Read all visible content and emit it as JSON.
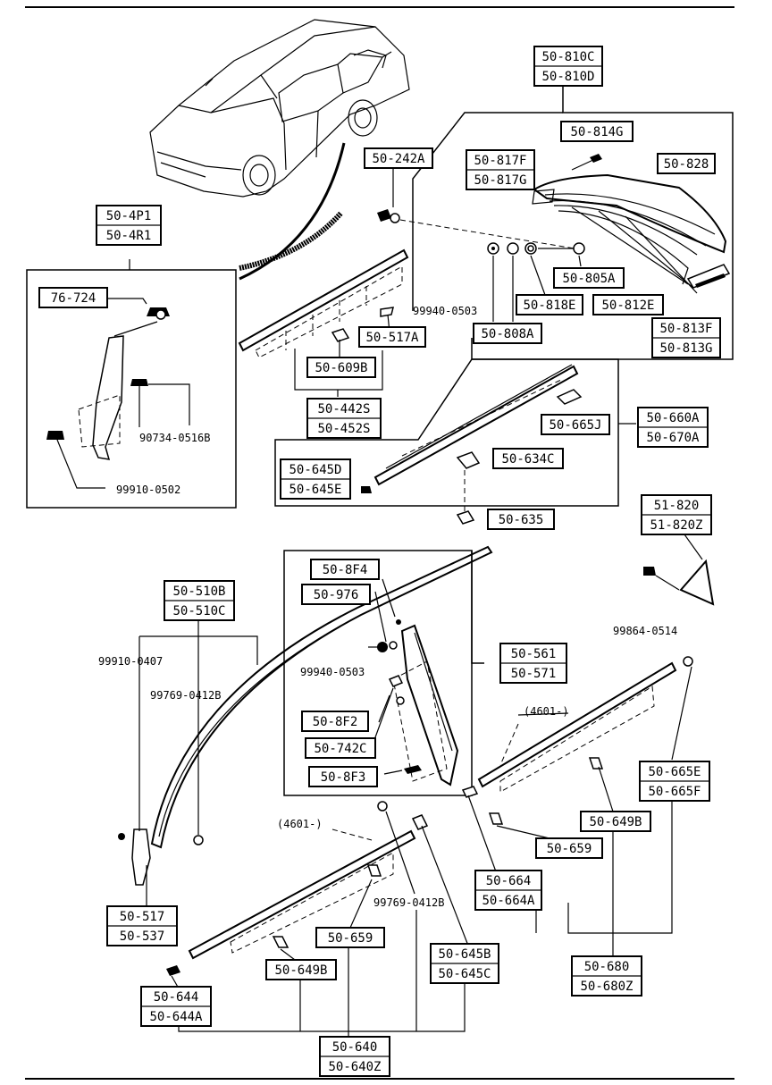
{
  "labels": {
    "l_50810": [
      "50-810C",
      "50-810D"
    ],
    "l_50814G": [
      "50-814G"
    ],
    "l_50242A": [
      "50-242A"
    ],
    "l_50817": [
      "50-817F",
      "50-817G"
    ],
    "l_50828": [
      "50-828"
    ],
    "l_504P1": [
      "50-4P1",
      "50-4R1"
    ],
    "l_76724": [
      "76-724"
    ],
    "l_50805A": [
      "50-805A"
    ],
    "l_50818E": [
      "50-818E"
    ],
    "l_50812E": [
      "50-812E"
    ],
    "l_50517A": [
      "50-517A"
    ],
    "l_50808A": [
      "50-808A"
    ],
    "l_50813": [
      "50-813F",
      "50-813G"
    ],
    "l_50609B": [
      "50-609B"
    ],
    "l_50442S": [
      "50-442S",
      "50-452S"
    ],
    "l_50665J": [
      "50-665J"
    ],
    "l_50660A": [
      "50-660A",
      "50-670A"
    ],
    "l_50645D": [
      "50-645D",
      "50-645E"
    ],
    "l_50634C": [
      "50-634C"
    ],
    "l_50635": [
      "50-635"
    ],
    "l_51820": [
      "51-820",
      "51-820Z"
    ],
    "l_508F4": [
      "50-8F4"
    ],
    "l_50976": [
      "50-976"
    ],
    "l_50510B": [
      "50-510B",
      "50-510C"
    ],
    "l_50561": [
      "50-561",
      "50-571"
    ],
    "l_508F2": [
      "50-8F2"
    ],
    "l_50742C": [
      "50-742C"
    ],
    "l_508F3": [
      "50-8F3"
    ],
    "l_50665E": [
      "50-665E",
      "50-665F"
    ],
    "l_50649B_r": [
      "50-649B"
    ],
    "l_50659_r": [
      "50-659"
    ],
    "l_50664": [
      "50-664",
      "50-664A"
    ],
    "l_50517": [
      "50-517",
      "50-537"
    ],
    "l_50659_l": [
      "50-659"
    ],
    "l_50645B": [
      "50-645B",
      "50-645C"
    ],
    "l_50649B_l": [
      "50-649B"
    ],
    "l_50680": [
      "50-680",
      "50-680Z"
    ],
    "l_50644": [
      "50-644",
      "50-644A"
    ],
    "l_50640": [
      "50-640",
      "50-640Z"
    ]
  },
  "plain": {
    "p_99940_top": "99940-0503",
    "p_90734": "90734-0516B",
    "p_99910_0502": "99910-0502",
    "p_99864": "99864-0514",
    "p_99910_0407": "99910-0407",
    "p_99769_l": "99769-0412B",
    "p_99940_mid": "99940-0503",
    "p_4601_r": "(4601-)",
    "p_4601_l": "(4601-)",
    "p_99769_b": "99769-0412B"
  }
}
